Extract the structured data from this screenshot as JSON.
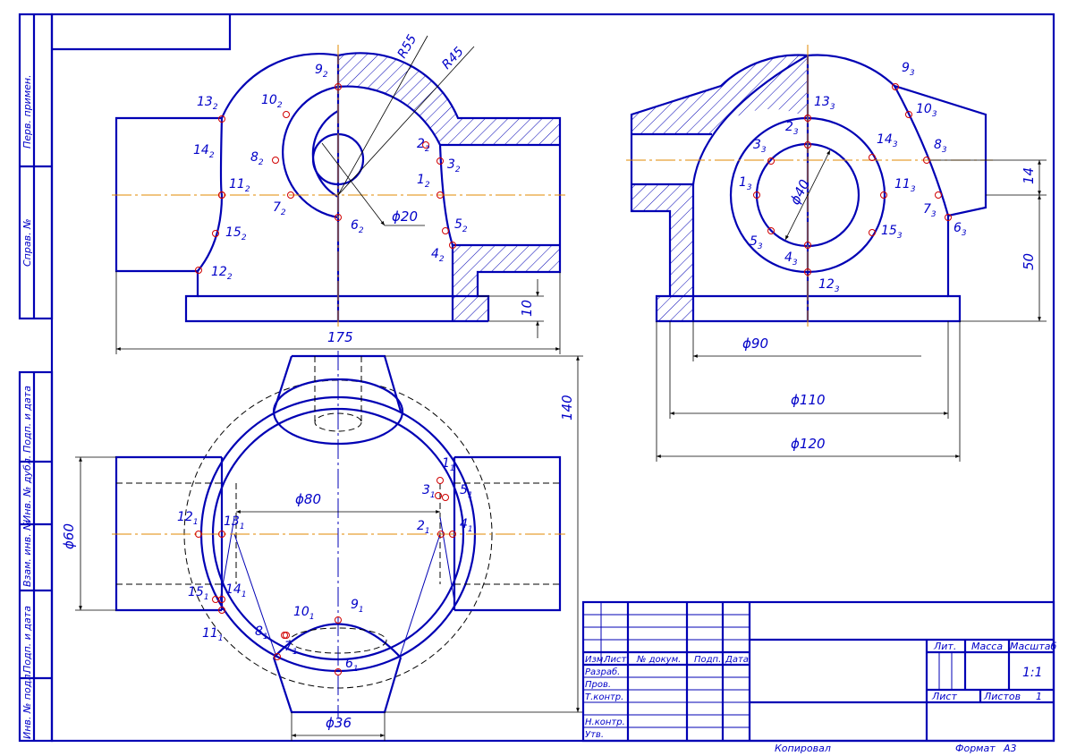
{
  "colors": {
    "line": "#0000b4",
    "text": "#0000c8",
    "axis": "#e08a00",
    "point": "#d00000",
    "dimension": "#000000"
  },
  "side_stamp": [
    "Перв. примен.",
    "Справ. №",
    "Подп. и дата",
    "Инв. № дубл.",
    "Взам. инв. №",
    "Подп. и дата",
    "Инв. № подл."
  ],
  "front_view": {
    "radius_labels": [
      "R55",
      "R45"
    ],
    "diameter_label": "ϕ20",
    "dimension_175": "175",
    "dimension_10": "10",
    "points": [
      {
        "n": "1",
        "s": "2"
      },
      {
        "n": "2",
        "s": "2"
      },
      {
        "n": "3",
        "s": "2"
      },
      {
        "n": "4",
        "s": "2"
      },
      {
        "n": "5",
        "s": "2"
      },
      {
        "n": "6",
        "s": "2"
      },
      {
        "n": "7",
        "s": "2"
      },
      {
        "n": "8",
        "s": "2"
      },
      {
        "n": "9",
        "s": "2"
      },
      {
        "n": "10",
        "s": "2"
      },
      {
        "n": "11",
        "s": "2"
      },
      {
        "n": "12",
        "s": "2"
      },
      {
        "n": "13",
        "s": "2"
      },
      {
        "n": "14",
        "s": "2"
      },
      {
        "n": "15",
        "s": "2"
      }
    ]
  },
  "side_view": {
    "diameter_40": "ϕ40",
    "diameter_90": "ϕ90",
    "diameter_110": "ϕ110",
    "diameter_120": "ϕ120",
    "dimension_14": "14",
    "dimension_50": "50",
    "points": [
      {
        "n": "1",
        "s": "3"
      },
      {
        "n": "2",
        "s": "3"
      },
      {
        "n": "3",
        "s": "3"
      },
      {
        "n": "4",
        "s": "3"
      },
      {
        "n": "5",
        "s": "3"
      },
      {
        "n": "6",
        "s": "3"
      },
      {
        "n": "7",
        "s": "3"
      },
      {
        "n": "8",
        "s": "3"
      },
      {
        "n": "9",
        "s": "3"
      },
      {
        "n": "10",
        "s": "3"
      },
      {
        "n": "11",
        "s": "3"
      },
      {
        "n": "12",
        "s": "3"
      },
      {
        "n": "13",
        "s": "3"
      },
      {
        "n": "14",
        "s": "3"
      },
      {
        "n": "15",
        "s": "3"
      }
    ]
  },
  "top_view": {
    "diameter_80": "ϕ80",
    "diameter_60": "ϕ60",
    "diameter_36": "ϕ36",
    "dimension_140": "140",
    "points": [
      {
        "n": "1",
        "s": "1"
      },
      {
        "n": "2",
        "s": "1"
      },
      {
        "n": "3",
        "s": "1"
      },
      {
        "n": "4",
        "s": "1"
      },
      {
        "n": "5",
        "s": "1"
      },
      {
        "n": "6",
        "s": "1"
      },
      {
        "n": "7",
        "s": "1"
      },
      {
        "n": "8",
        "s": "1"
      },
      {
        "n": "9",
        "s": "1"
      },
      {
        "n": "10",
        "s": "1"
      },
      {
        "n": "11",
        "s": "1"
      },
      {
        "n": "12",
        "s": "1"
      },
      {
        "n": "13",
        "s": "1"
      },
      {
        "n": "14",
        "s": "1"
      },
      {
        "n": "15",
        "s": "1"
      }
    ]
  },
  "title_block": {
    "izm": "Изм.",
    "list": "Лист",
    "doc_no": "№ докум.",
    "sign": "Подп.",
    "date": "Дата",
    "razrab": "Разраб.",
    "prov": "Пров.",
    "tkontr": "Т.контр.",
    "nkontr": "Н.контр.",
    "utv": "Утв.",
    "lit": "Лит.",
    "massa": "Масса",
    "masshtab": "Масштаб",
    "scale_value": "1:1",
    "sheet": "Лист",
    "sheets": "Листов",
    "sheets_count": "1"
  },
  "footer": {
    "copied": "Копировал",
    "format": "Формат",
    "format_value": "A3"
  }
}
